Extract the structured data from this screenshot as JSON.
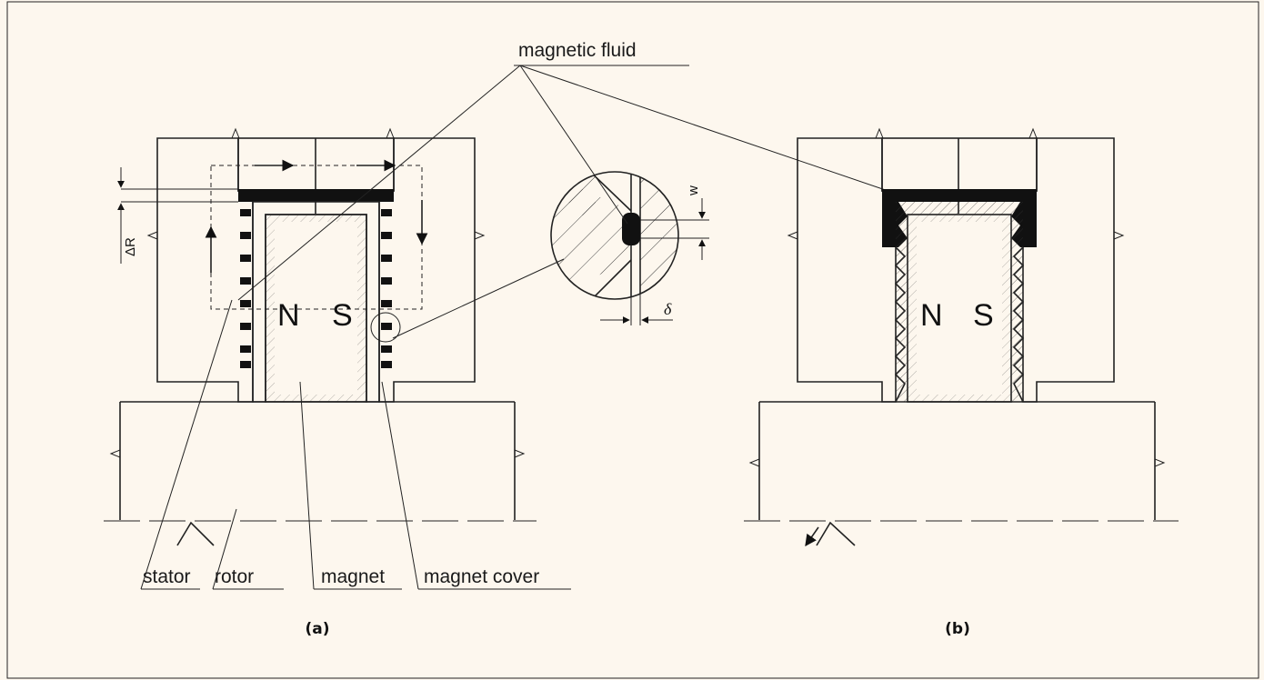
{
  "labels": {
    "magnetic_fluid": "magnetic fluid",
    "stator": "stator",
    "rotor": "rotor",
    "magnet": "magnet",
    "magnet_cover": "magnet cover",
    "pole_n": "N",
    "pole_s": "S",
    "dim_delta_r": "ΔR",
    "dim_w": "w",
    "dim_delta": "δ",
    "caption_a": "(a)",
    "caption_b": "(b)"
  },
  "colors": {
    "background": "#fdf7ee",
    "line": "#222222",
    "fluid": "#111111"
  }
}
